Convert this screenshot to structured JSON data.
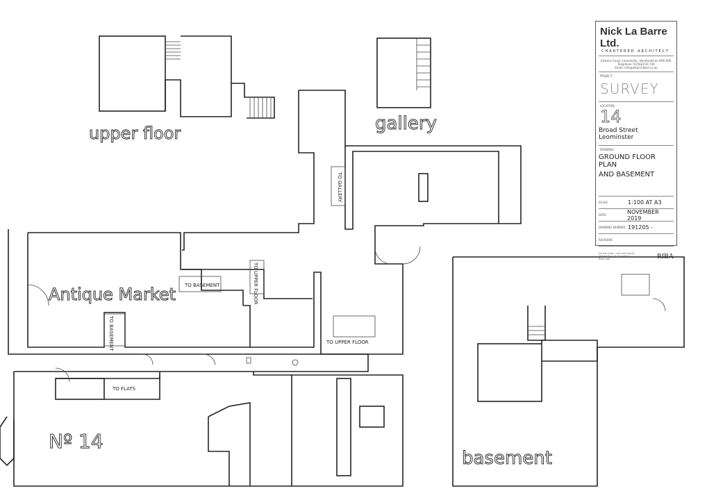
{
  "title_block": {
    "firm": "Nick La Barre Ltd.",
    "subtitle": "CHARTERED ARCHITECT",
    "address": "Eastons Court, Leominster, Herefordshire HR6 0DE",
    "telephone": "Telephone: 01568 619 740",
    "email": "Email: info@nlbarchitect.co.uk",
    "project_label": "PROJECT:",
    "project": "SURVEY",
    "location_label": "LOCATION:",
    "location_number": "14",
    "location_street": "Broad Street Leominster",
    "drawing_label": "DRAWING:",
    "drawing_line1": "GROUND FLOOR PLAN",
    "drawing_line2": "AND BASEMENT",
    "scale_label": "SCALE:",
    "scale": "1:100 AT A3",
    "date_label": "DATE:",
    "date": "NOVEMBER 2019",
    "drawing_number_label": "DRAWING NUMBER:",
    "drawing_number": "191205 -",
    "revision_label": "REVISION:",
    "disclaimer": "Do not scale - use only figure dimensions. © Copyright Reserved",
    "riba": "RIBA"
  },
  "plan_labels": {
    "upper_floor": "upper floor",
    "gallery": "gallery",
    "antique_market": "Antique Market",
    "no14": "Nº 14",
    "basement": "basement",
    "to_gallery": "TO GALLERY",
    "to_basement_1": "TO BASEMENT",
    "to_basement_2": "TO BASEMENT",
    "to_upper_floor_1": "TO UPPER FLOOR",
    "to_upper_floor_2": "TO UPPER FLOOR",
    "to_flats": "TO FLATS"
  }
}
